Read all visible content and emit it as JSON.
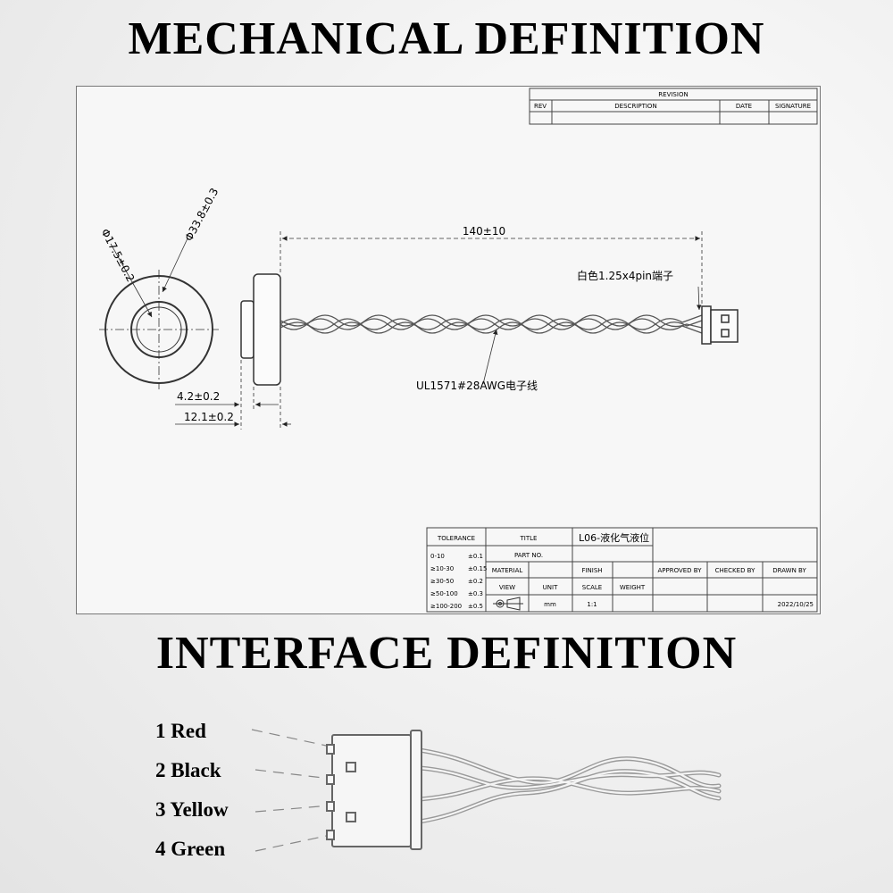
{
  "headings": {
    "mechanical": "MECHANICAL DEFINITION",
    "interface": "INTERFACE DEFINITION"
  },
  "revision_block": {
    "title": "REVISION",
    "columns": [
      "REV",
      "DESCRIPTION",
      "DATE",
      "SIGNATURE"
    ]
  },
  "dimensions": {
    "cable_length": "140±10",
    "inner_diameter": "Φ17.5±0.2",
    "outer_diameter": "Φ33.8±0.3",
    "thickness_flange": "4.2±0.2",
    "thickness_total": "12.1±0.2",
    "connector_note": "白色1.25x4pin端子",
    "wire_note": "UL1571#28AWG电子线"
  },
  "title_block": {
    "tolerance_header": "TOLERANCE",
    "tolerances": [
      {
        "range": "0-10",
        "value": "±0.1"
      },
      {
        "range": "≥10-30",
        "value": "±0.15"
      },
      {
        "range": "≥30-50",
        "value": "±0.2"
      },
      {
        "range": "≥50-100",
        "value": "±0.3"
      },
      {
        "range": "≥100-200",
        "value": "±0.5"
      }
    ],
    "title_label": "TITLE",
    "title_value": "L06-液化气液位",
    "part_no_label": "PART NO.",
    "material_label": "MATERIAL",
    "finish_label": "FINISH",
    "view_label": "VIEW",
    "unit_label": "UNIT",
    "scale_label": "SCALE",
    "weight_label": "WEIGHT",
    "unit_value": "mm",
    "scale_value": "1:1",
    "approved_by": "APPROVED BY",
    "checked_by": "CHECKED BY",
    "drawn_by": "DRAWN BY",
    "date": "2022/10/25"
  },
  "pins": [
    "1 Red",
    "2 Black",
    "3 Yellow",
    "4 Green"
  ]
}
